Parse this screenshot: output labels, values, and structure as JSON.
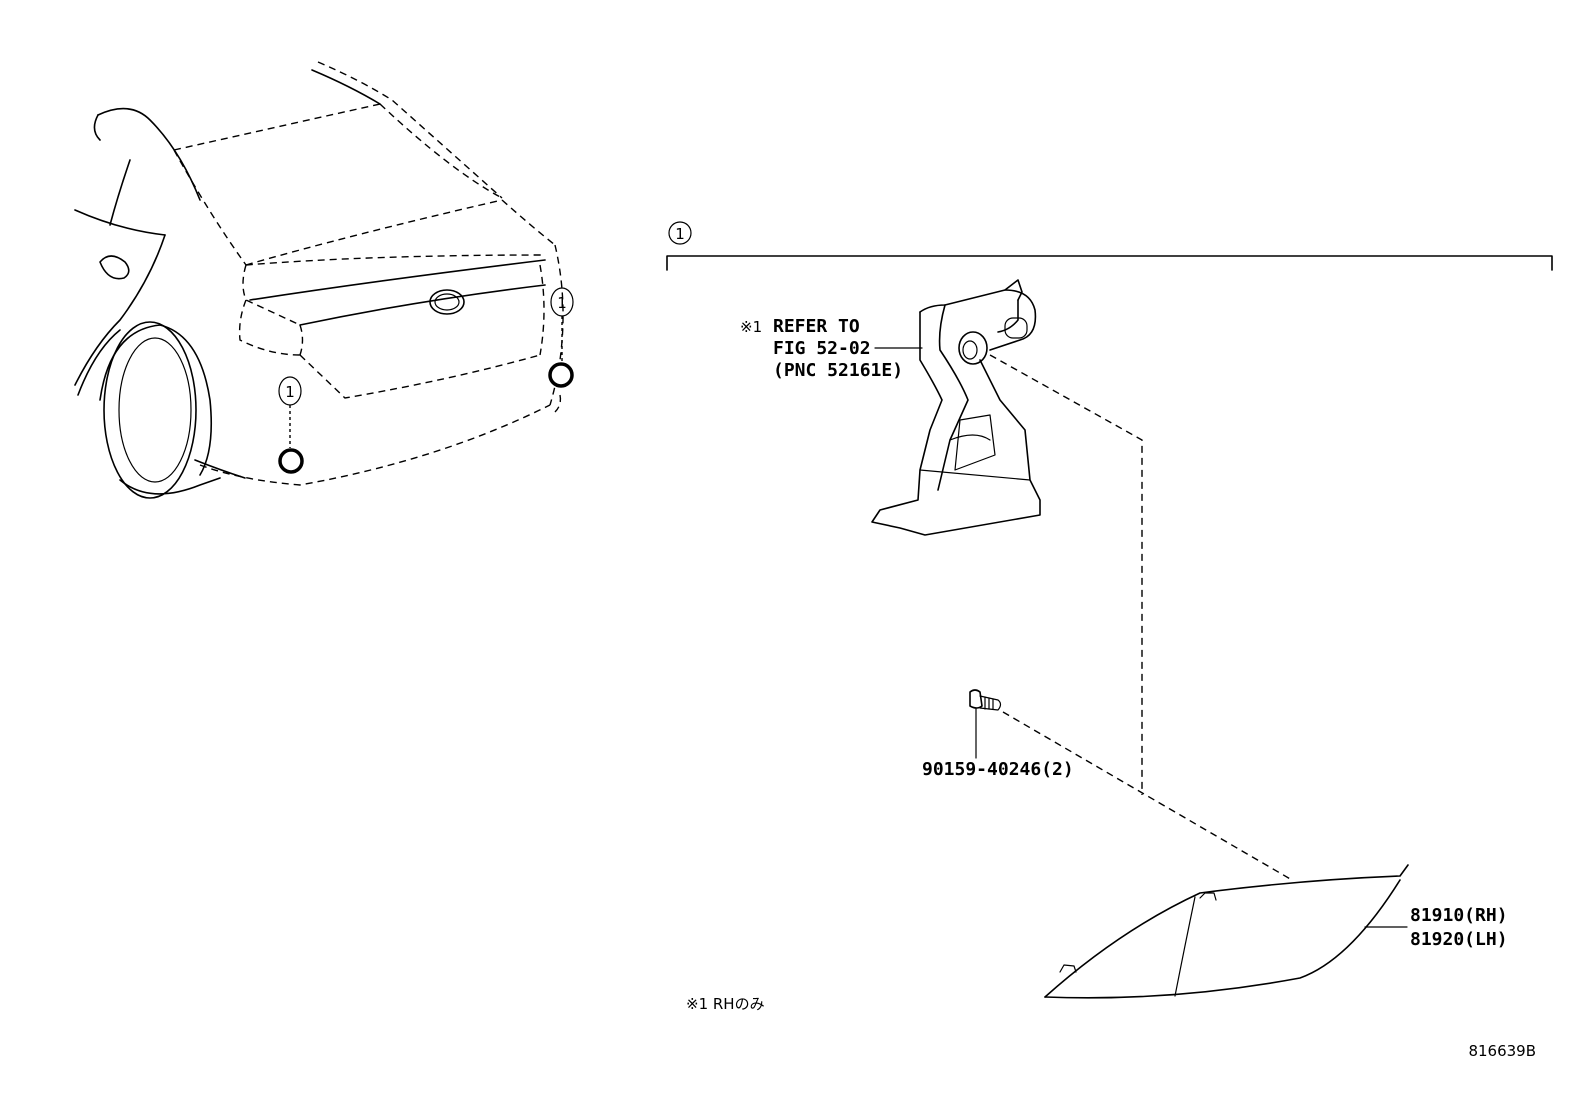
{
  "callouts": {
    "group_number": "1",
    "car_marker_1": "1",
    "car_marker_2": "1"
  },
  "note": {
    "mark": "※1",
    "line1": "REFER TO",
    "line2": "FIG 52-02",
    "line3": "(PNC 52161E)"
  },
  "parts": {
    "screw_part_number": "90159-40246(2)",
    "lamp_rh": "81910(RH)",
    "lamp_lh": "81920(LH)"
  },
  "footnote": "※1 RHのみ",
  "diagram_id": "816639B"
}
